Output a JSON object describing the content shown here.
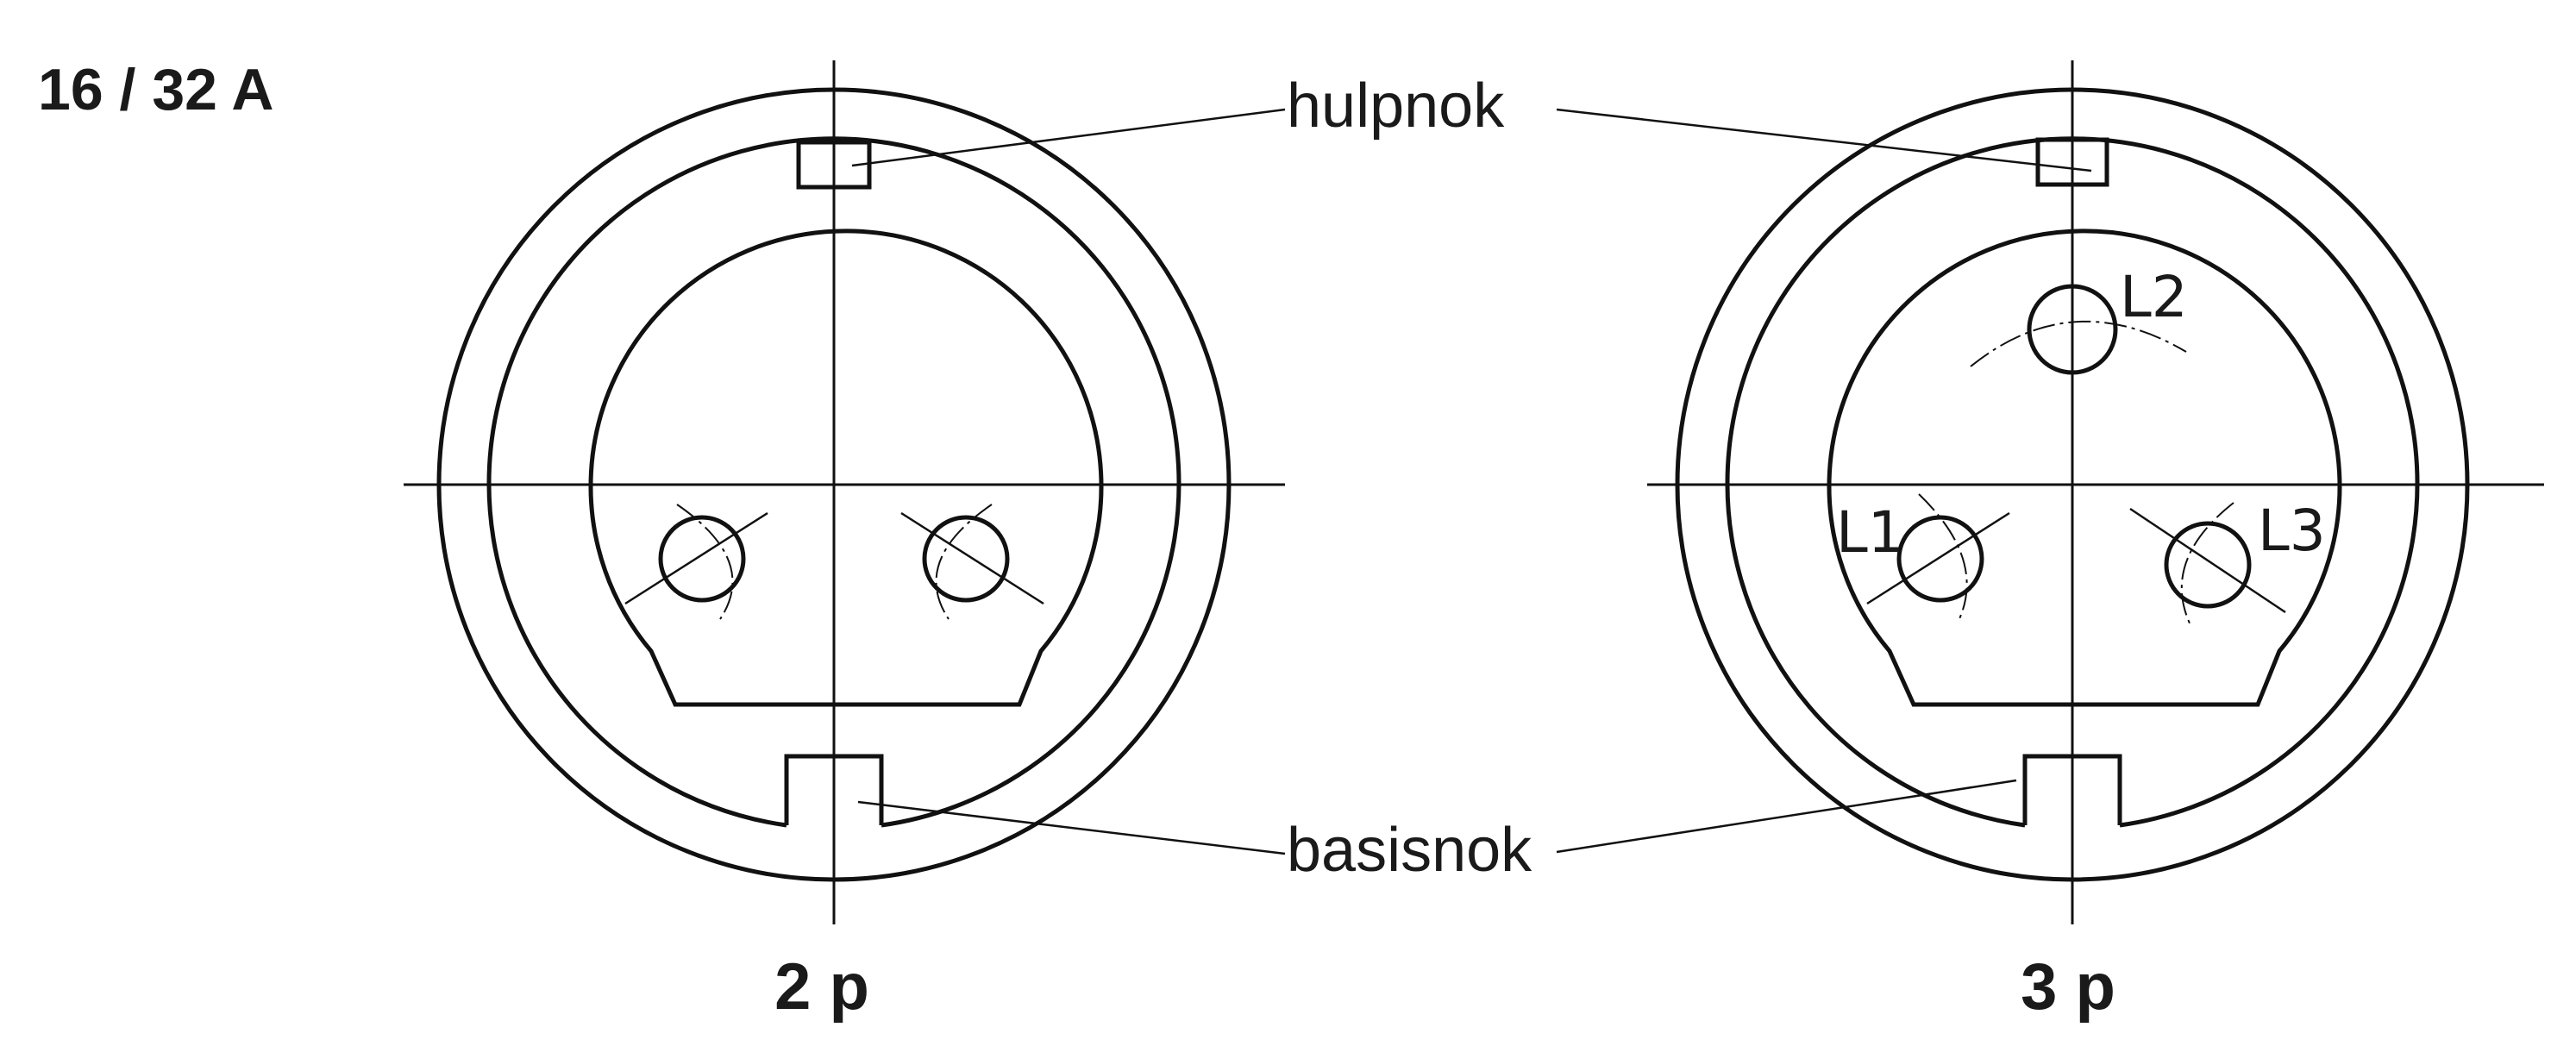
{
  "title": "16 / 32 A",
  "callouts": {
    "top": "hulpnok",
    "bottom": "basisnok"
  },
  "connectors": [
    {
      "caption": "2 p",
      "pins": []
    },
    {
      "caption": "3 p",
      "pins": [
        "L2",
        "L1",
        "L3"
      ]
    }
  ]
}
